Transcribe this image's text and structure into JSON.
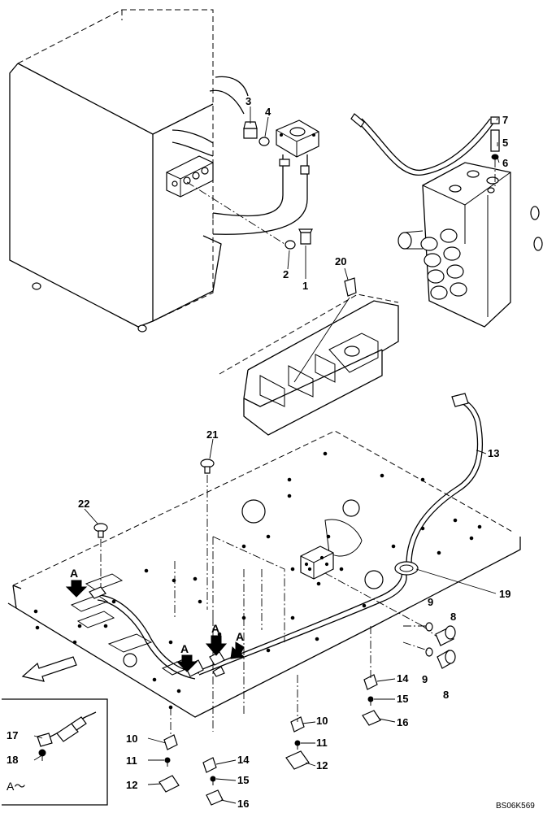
{
  "callouts": [
    {
      "num": "1"
    },
    {
      "num": "2"
    },
    {
      "num": "3"
    },
    {
      "num": "4"
    },
    {
      "num": "5"
    },
    {
      "num": "6"
    },
    {
      "num": "7"
    },
    {
      "num": "8"
    },
    {
      "num": "8"
    },
    {
      "num": "9"
    },
    {
      "num": "9"
    },
    {
      "num": "10"
    },
    {
      "num": "10"
    },
    {
      "num": "11"
    },
    {
      "num": "11"
    },
    {
      "num": "12"
    },
    {
      "num": "12"
    },
    {
      "num": "13"
    },
    {
      "num": "14"
    },
    {
      "num": "14"
    },
    {
      "num": "15"
    },
    {
      "num": "15"
    },
    {
      "num": "16"
    },
    {
      "num": "16"
    },
    {
      "num": "17"
    },
    {
      "num": "18"
    },
    {
      "num": "19"
    },
    {
      "num": "20"
    },
    {
      "num": "21"
    },
    {
      "num": "22"
    }
  ],
  "view_marks": [
    "A",
    "A",
    "A",
    "A"
  ],
  "inset": {
    "caption": "A～"
  },
  "drawing_code": "BS06K569",
  "icons": [
    "front-direction-arrow-icon",
    "view-a-arrow-icon"
  ]
}
